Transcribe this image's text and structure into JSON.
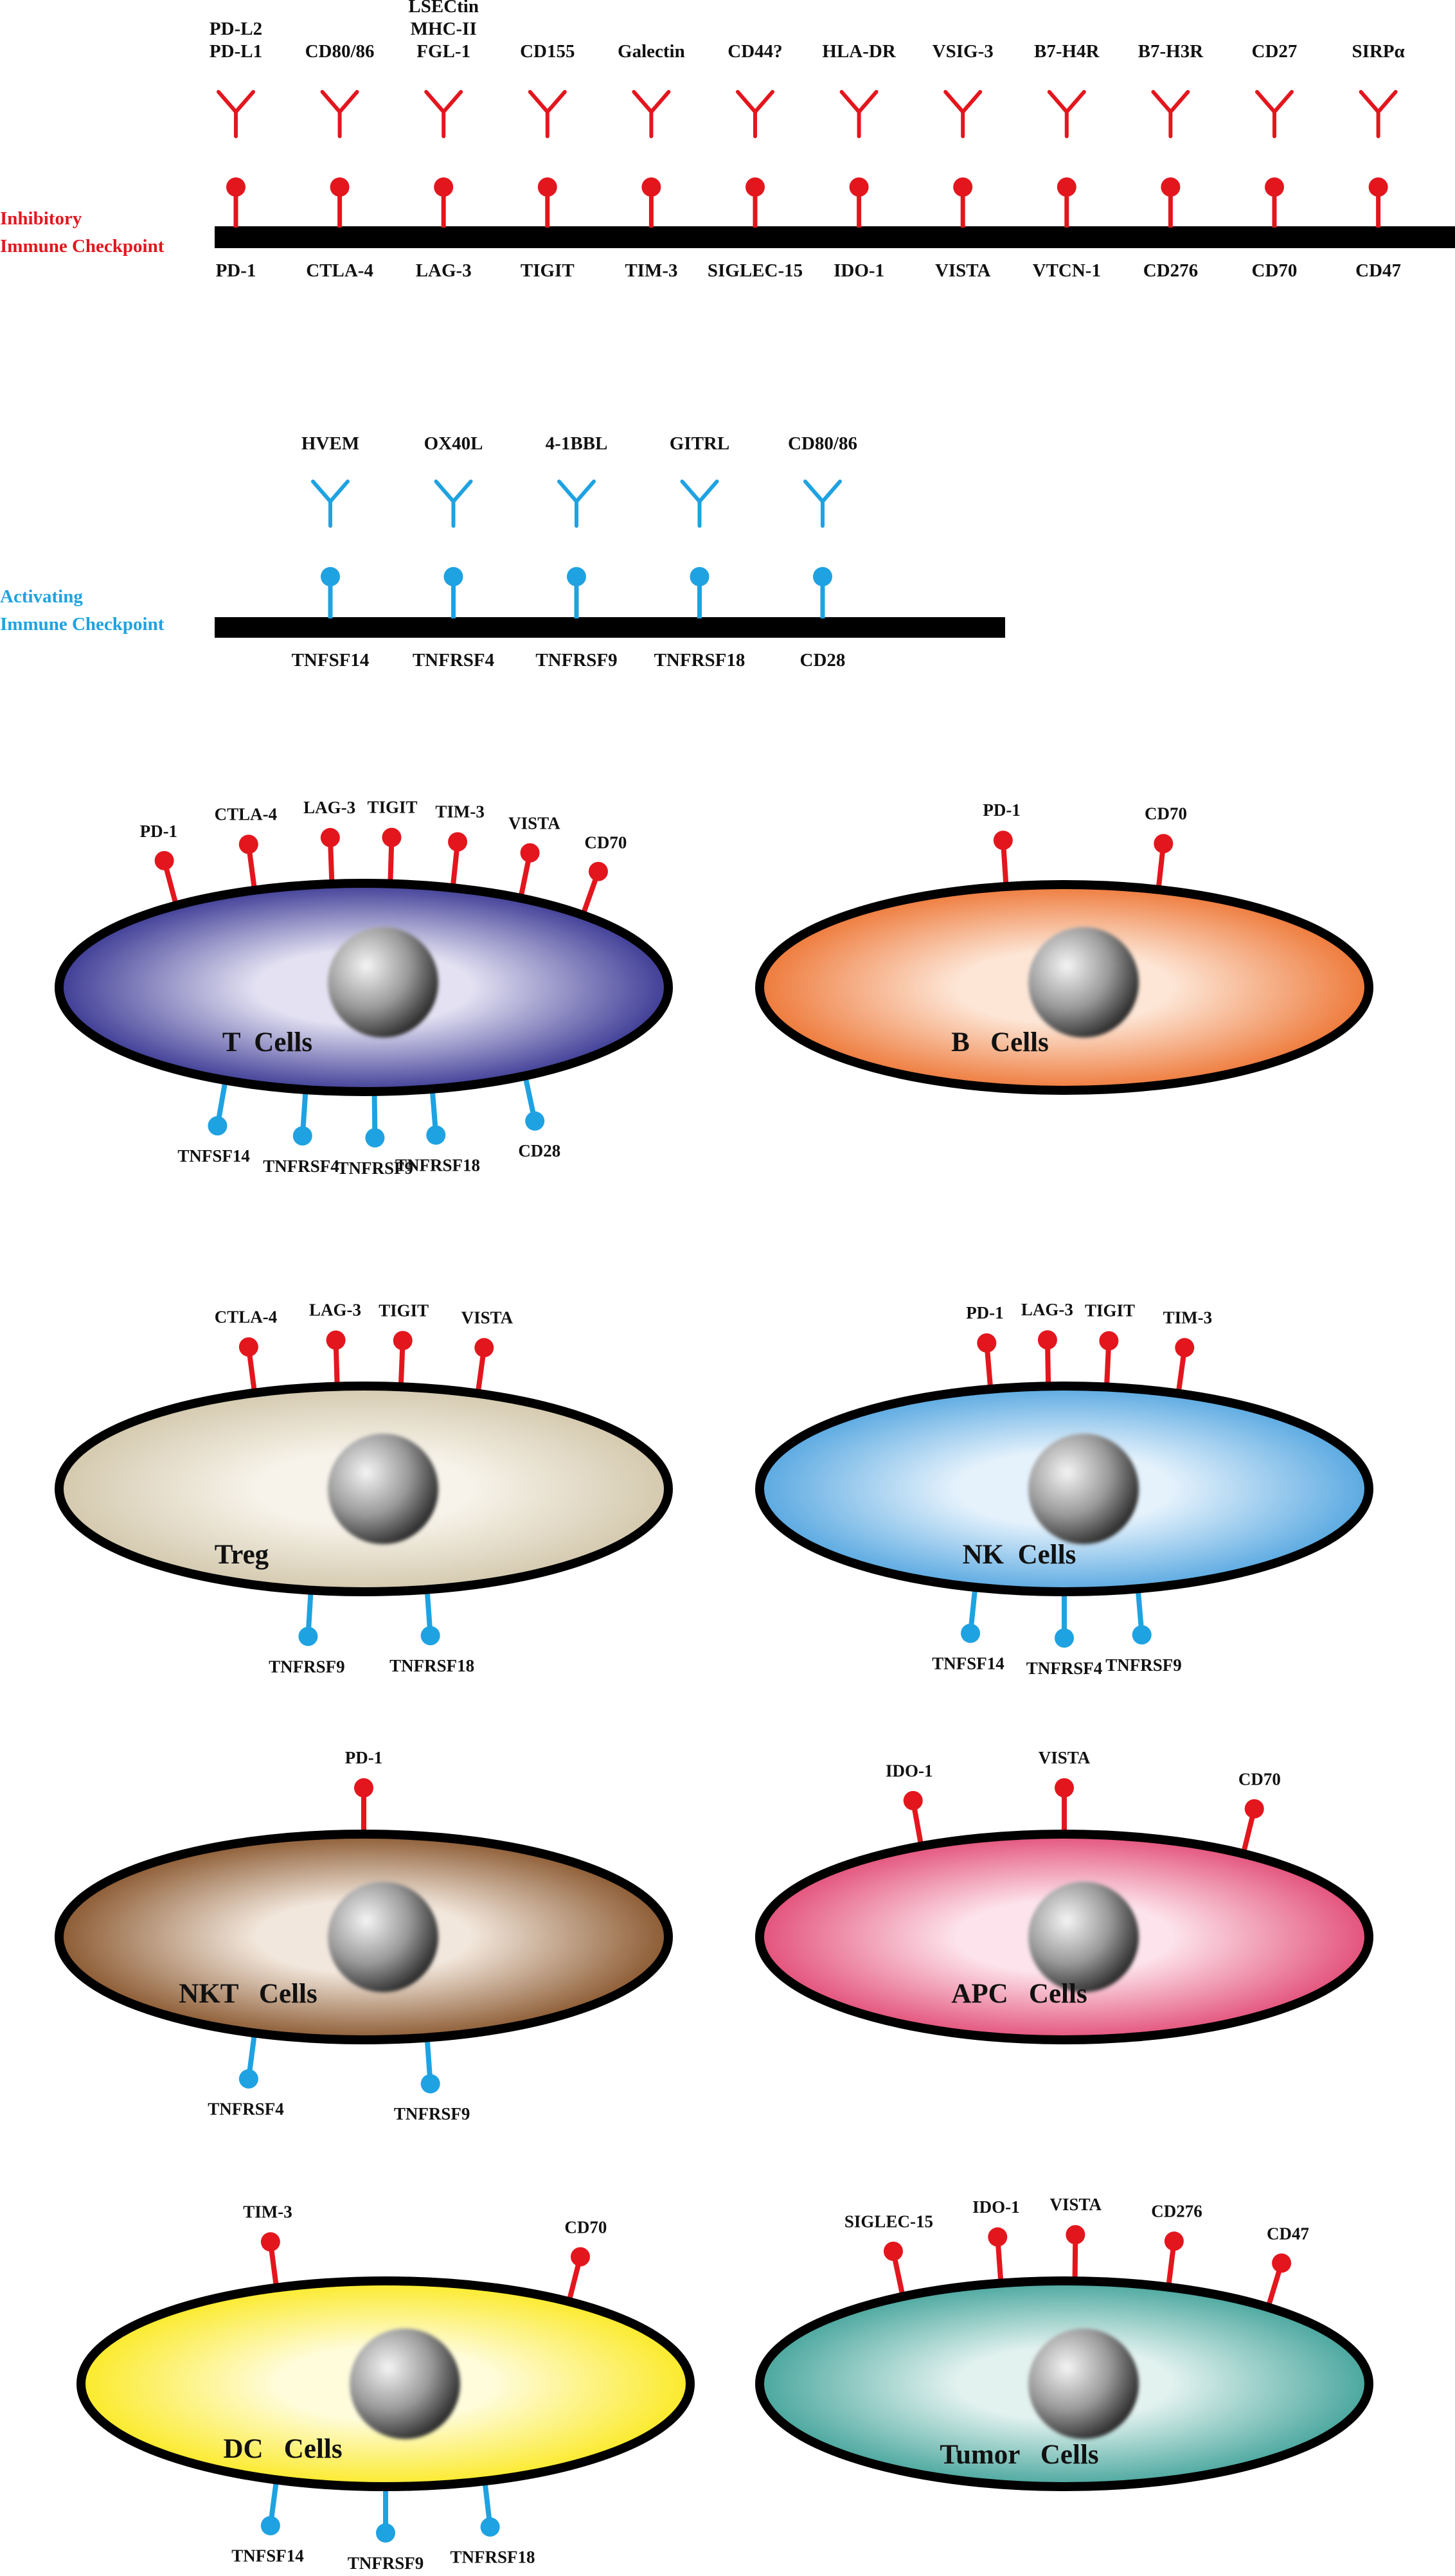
{
  "colors": {
    "inhibitory": "#e3161e",
    "activating": "#1fa2e1",
    "membrane": "#000000",
    "text": "#111111"
  },
  "inhibitory": {
    "label_line1": "Inhibitory",
    "label_line2": "Immune Checkpoint",
    "pairs": [
      {
        "ligand": [
          "PD-L2",
          "PD-L1"
        ],
        "receptor": "PD-1"
      },
      {
        "ligand": [
          "CD80/86"
        ],
        "receptor": "CTLA-4"
      },
      {
        "ligand": [
          "LSECtin",
          "MHC-II",
          "FGL-1"
        ],
        "receptor": "LAG-3"
      },
      {
        "ligand": [
          "CD155"
        ],
        "receptor": "TIGIT"
      },
      {
        "ligand": [
          "Galectin"
        ],
        "receptor": "TIM-3"
      },
      {
        "ligand": [
          "CD44?"
        ],
        "receptor": "SIGLEC-15"
      },
      {
        "ligand": [
          "HLA-DR"
        ],
        "receptor": "IDO-1"
      },
      {
        "ligand": [
          "VSIG-3"
        ],
        "receptor": "VISTA"
      },
      {
        "ligand": [
          "B7-H4R"
        ],
        "receptor": "VTCN-1"
      },
      {
        "ligand": [
          "B7-H3R"
        ],
        "receptor": "CD276"
      },
      {
        "ligand": [
          "CD27"
        ],
        "receptor": "CD70"
      },
      {
        "ligand": [
          "SIRPα"
        ],
        "receptor": "CD47"
      }
    ]
  },
  "activating": {
    "label_line1": "Activating",
    "label_line2": "Immune Checkpoint",
    "pairs": [
      {
        "ligand": [
          "HVEM"
        ],
        "receptor": "TNFSF14"
      },
      {
        "ligand": [
          "OX40L"
        ],
        "receptor": "TNFRSF4"
      },
      {
        "ligand": [
          "4-1BBL"
        ],
        "receptor": "TNFRSF9"
      },
      {
        "ligand": [
          "GITRL"
        ],
        "receptor": "TNFRSF18"
      },
      {
        "ligand": [
          "CD80/86"
        ],
        "receptor": "CD28"
      }
    ]
  },
  "cells": [
    {
      "id": "t-cells",
      "name": "T  Cells",
      "fill": "#3f3d96",
      "fill_center": "#e4e2f2",
      "inhibitory": [
        "PD-1",
        "CTLA-4",
        "LAG-3",
        "TIGIT",
        "TIM-3",
        "VISTA",
        "CD70"
      ],
      "activating": [
        "TNFSF14",
        "TNFRSF4",
        "TNFRSF9",
        "TNFRSF18",
        "CD28"
      ]
    },
    {
      "id": "b-cells",
      "name": "B   Cells",
      "fill": "#ee7a3b",
      "fill_center": "#fde6d6",
      "inhibitory": [
        "PD-1",
        "CD70"
      ],
      "activating": []
    },
    {
      "id": "treg",
      "name": "Treg",
      "fill": "#d4c9ae",
      "fill_center": "#f7f3ea",
      "inhibitory": [
        "CTLA-4",
        "LAG-3",
        "TIGIT",
        "VISTA"
      ],
      "activating": [
        "TNFRSF9",
        "TNFRSF18"
      ]
    },
    {
      "id": "nk-cells",
      "name": "NK  Cells",
      "fill": "#5aa9e1",
      "fill_center": "#e5f2fc",
      "inhibitory": [
        "PD-1",
        "LAG-3",
        "TIGIT",
        "TIM-3"
      ],
      "activating": [
        "TNFSF14",
        "TNFRSF4",
        "TNFRSF9"
      ]
    },
    {
      "id": "nkt-cells",
      "name": "NKT   Cells",
      "fill": "#8c5b33",
      "fill_center": "#f2e7dc",
      "inhibitory": [
        "PD-1"
      ],
      "activating": [
        "TNFRSF4",
        "TNFRSF9"
      ]
    },
    {
      "id": "apc-cells",
      "name": "APC   Cells",
      "fill": "#e3527b",
      "fill_center": "#fde4ec",
      "inhibitory": [
        "IDO-1",
        "VISTA",
        "CD70"
      ],
      "activating": []
    },
    {
      "id": "dc-cells",
      "name": "DC   Cells",
      "fill": "#fbea2a",
      "fill_center": "#fffcdc",
      "inhibitory": [
        "TIM-3",
        "CD70"
      ],
      "activating": [
        "TNFSF14",
        "TNFRSF9",
        "TNFRSF18"
      ]
    },
    {
      "id": "tumor-cells",
      "name": "Tumor   Cells",
      "fill": "#4aa79e",
      "fill_center": "#e2f2ef",
      "inhibitory": [
        "SIGLEC-15",
        "IDO-1",
        "VISTA",
        "CD276",
        "CD47"
      ],
      "activating": []
    }
  ]
}
